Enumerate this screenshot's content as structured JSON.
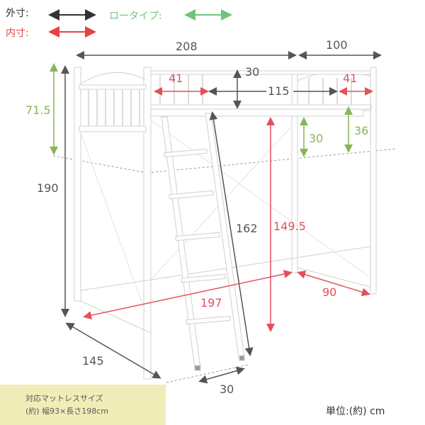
{
  "legend": {
    "outer": "外寸:",
    "inner": "内寸:",
    "low_type": "ロータイプ:",
    "colors": {
      "outer": "#333333",
      "inner": "#e8413f",
      "low_type": "#72c47a"
    }
  },
  "dimensions": {
    "width_top": "208",
    "depth_top": "100",
    "guard_height": "30",
    "opening_width": "115",
    "inner_left": "41",
    "inner_right": "41",
    "low_type_height": "71.5",
    "total_height": "190",
    "low_30": "30",
    "low_36": "36",
    "ladder_length": "162",
    "under_clearance": "149.5",
    "inner_length": "197",
    "inner_depth": "90",
    "ladder_depth": "145",
    "ladder_width": "30"
  },
  "mattress": {
    "title": "対応マットレスサイズ",
    "size": "(約) 幅93×長さ198cm"
  },
  "unit": "単位:(約) cm"
}
